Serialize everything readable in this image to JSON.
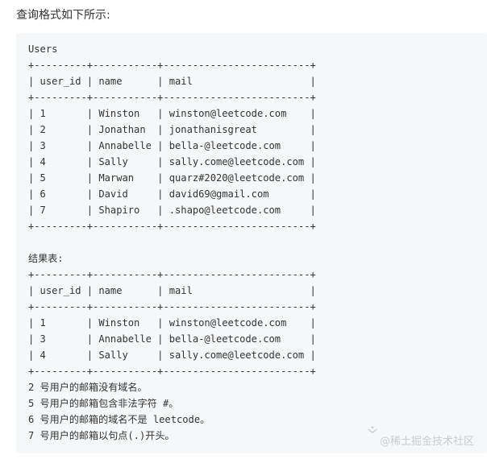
{
  "intro": "查询格式如下所示:",
  "code_lines": [
    "Users",
    "+---------+-----------+-------------------------+",
    "| user_id | name      | mail                    |",
    "+---------+-----------+-------------------------+",
    "| 1       | Winston   | winston@leetcode.com    |",
    "| 2       | Jonathan  | jonathanisgreat         |",
    "| 3       | Annabelle | bella-@leetcode.com     |",
    "| 4       | Sally     | sally.come@leetcode.com |",
    "| 5       | Marwan    | quarz#2020@leetcode.com |",
    "| 6       | David     | david69@gmail.com       |",
    "| 7       | Shapiro   | .shapo@leetcode.com     |",
    "+---------+-----------+-------------------------+",
    "",
    "结果表:",
    "+---------+-----------+-------------------------+",
    "| user_id | name      | mail                    |",
    "+---------+-----------+-------------------------+",
    "| 1       | Winston   | winston@leetcode.com    |",
    "| 3       | Annabelle | bella-@leetcode.com     |",
    "| 4       | Sally     | sally.come@leetcode.com |",
    "+---------+-----------+-------------------------+",
    "2 号用户的邮箱没有域名。",
    "5 号用户的邮箱包含非法字符 #。",
    "6 号用户的邮箱的域名不是 leetcode。",
    "7 号用户的邮箱以句点(.)开头。"
  ],
  "watermark": {
    "logo_icon": "juejin-logo-icon",
    "text": "@稀土掘金技术社区"
  }
}
